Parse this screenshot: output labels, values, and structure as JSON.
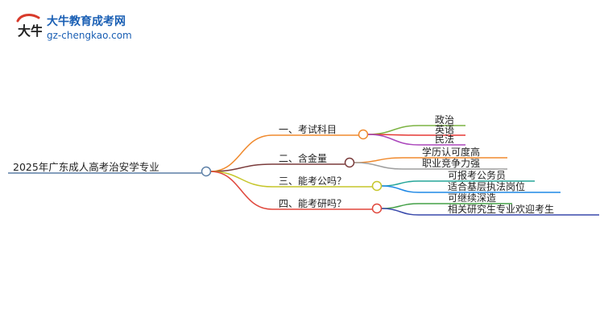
{
  "brand": {
    "name": "大牛教育成考网",
    "url": "gz-chengkao.com",
    "mark_text": "大牛",
    "colors": {
      "blue": "#1a5fb4",
      "red": "#d83a2b"
    }
  },
  "mindmap": {
    "root": {
      "label": "2025年广东成人高考治安学专业",
      "color": "#5b7fa6"
    },
    "branches": [
      {
        "label": "一、考试科目",
        "color": "#f08a2e",
        "children": [
          {
            "label": "政治",
            "color": "#7cb342"
          },
          {
            "label": "英语",
            "color": "#e53935"
          },
          {
            "label": "民法",
            "color": "#ab47bc"
          }
        ]
      },
      {
        "label": "二、含金量",
        "color": "#7a3b3b",
        "children": [
          {
            "label": "学历认可度高",
            "color": "#f08a2e"
          },
          {
            "label": "职业竞争力强",
            "color": "#9e9e9e"
          }
        ]
      },
      {
        "label": "三、能考公吗？",
        "color": "#c6c62a",
        "children": [
          {
            "label": "可报考公务员",
            "color": "#26a69a"
          },
          {
            "label": "适合基层执法岗位",
            "color": "#1e88e5"
          }
        ]
      },
      {
        "label": "四、能考研吗？",
        "color": "#e0473c",
        "children": [
          {
            "label": "可继续深造",
            "color": "#43a047"
          },
          {
            "label": "相关研究生专业欢迎考生",
            "color": "#3949ab"
          }
        ]
      }
    ]
  }
}
